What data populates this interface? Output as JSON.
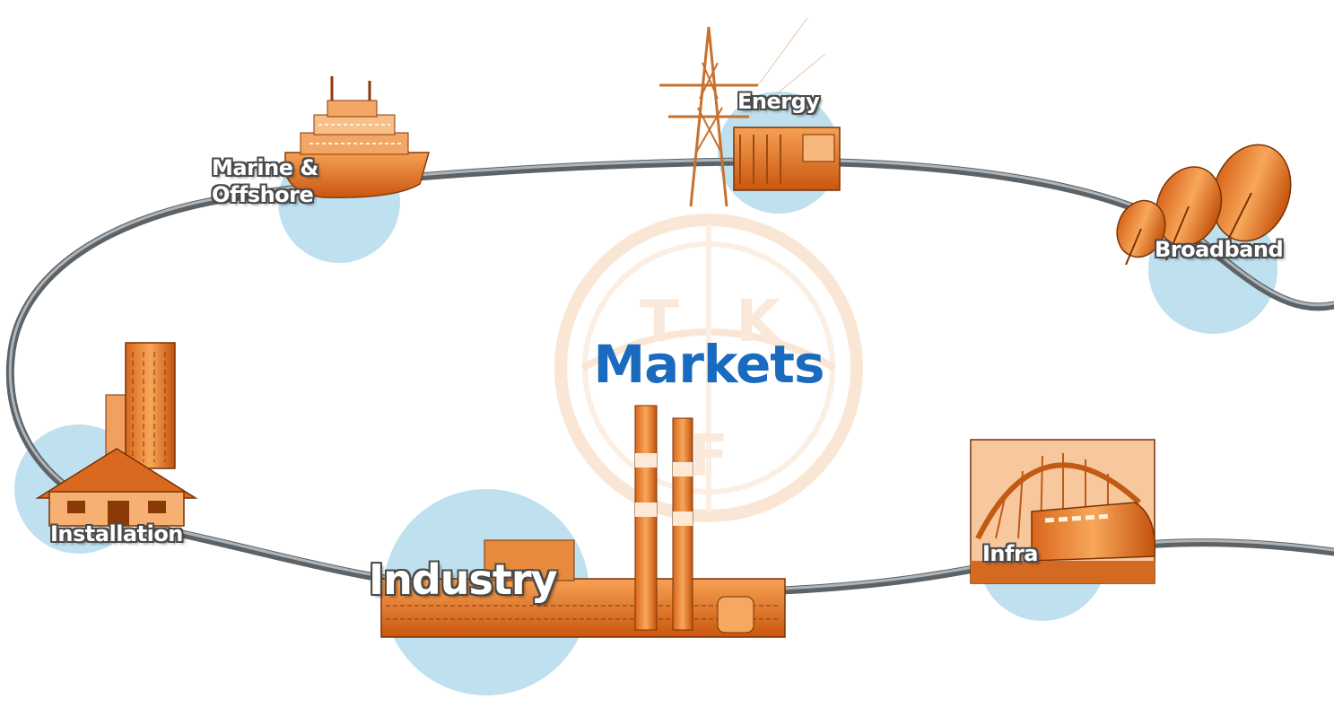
{
  "title": "Markets",
  "logo_letters": [
    "T",
    "K",
    "F"
  ],
  "markets": [
    {
      "id": "marine",
      "label_line1": "Marine &",
      "label_line2": "Offshore"
    },
    {
      "id": "energy",
      "label": "Energy"
    },
    {
      "id": "broadband",
      "label": "Broadband"
    },
    {
      "id": "installation",
      "label": "Installation"
    },
    {
      "id": "industry",
      "label": "Industry"
    },
    {
      "id": "infra",
      "label": "Infra"
    }
  ],
  "colors": {
    "title": "#1a6bbf",
    "cable": "#6f7479",
    "bubble": "#bfe0ef",
    "illustration": "#e87a2a",
    "logo": "#f7dcc4"
  }
}
